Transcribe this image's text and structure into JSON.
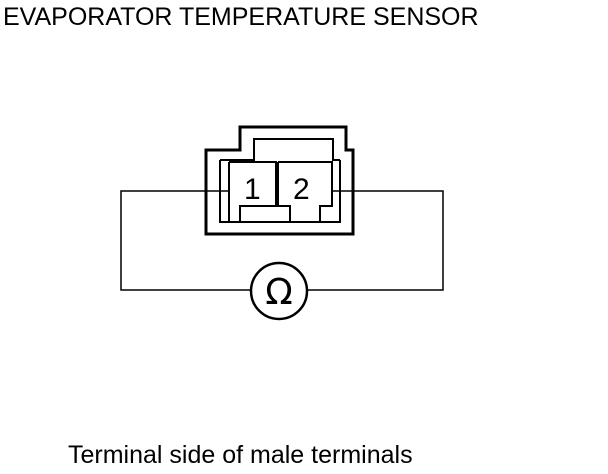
{
  "title": "EVAPORATOR TEMPERATURE SENSOR",
  "caption": "Terminal side of male terminals",
  "connector": {
    "pins": [
      {
        "label": "1"
      },
      {
        "label": "2"
      }
    ]
  },
  "meter": {
    "symbol": "Ω",
    "icon": "ohmmeter-icon"
  },
  "colors": {
    "line": "#000000",
    "background": "#ffffff"
  }
}
